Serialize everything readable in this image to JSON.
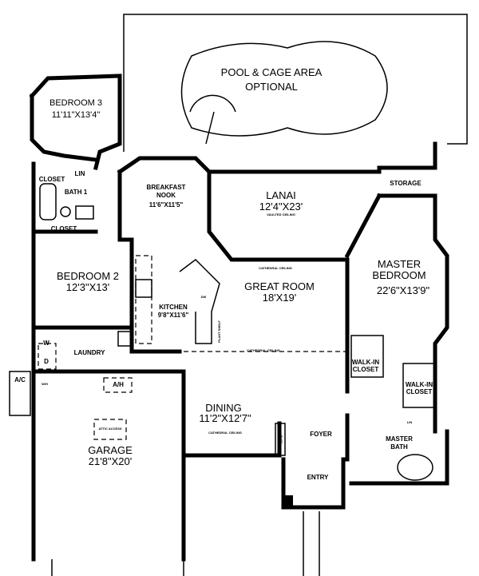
{
  "rooms": {
    "pool": {
      "name": "POOL & CAGE AREA",
      "note": "OPTIONAL"
    },
    "bedroom3": {
      "name": "BEDROOM 3",
      "size": "11'11\"X13'4\""
    },
    "breakfast": {
      "name": "BREAKFAST",
      "name2": "NOOK",
      "size": "11'6\"X11'5\""
    },
    "lanai": {
      "name": "LANAI",
      "size": "12'4\"X23'",
      "note": "VAULTED CEILING"
    },
    "storage": {
      "name": "STORAGE"
    },
    "bath1": {
      "name": "BATH 1"
    },
    "closet_a": {
      "name": "CLOSET"
    },
    "closet_b": {
      "name": "CLOSET"
    },
    "lin": {
      "name": "LIN"
    },
    "bedroom2": {
      "name": "BEDROOM 2",
      "size": "12'3\"X13'"
    },
    "kitchen": {
      "name": "KITCHEN",
      "size": "9'8\"X11'6\"",
      "plant_shelf": "PLANT SHELF",
      "dw": "DW"
    },
    "great_room": {
      "name": "GREAT ROOM",
      "size": "18'X19'",
      "note": "CATHEDRAL CEILING",
      "note2": "CATHEDRAL CEILING"
    },
    "master_bedroom": {
      "name": "MASTER",
      "name2": "BEDROOM",
      "size": "22'6\"X13'9\""
    },
    "laundry": {
      "name": "LAUNDRY",
      "washer": "W",
      "dryer": "D"
    },
    "ac": {
      "name": "A/C"
    },
    "wh": {
      "name": "W/H"
    },
    "ah": {
      "name": "A/H"
    },
    "garage": {
      "name": "GARAGE",
      "size": "21'8\"X20'",
      "attic": "ATTIC ACCESS"
    },
    "dining": {
      "name": "DINING",
      "size": "11'2\"X12'7\"",
      "note": "CATHEDRAL CEILING"
    },
    "walkin1": {
      "name": "WALK-IN",
      "name2": "CLOSET"
    },
    "walkin2": {
      "name": "WALK-IN",
      "name2": "CLOSET"
    },
    "clos": {
      "name": "CLOS"
    },
    "foyer": {
      "name": "FOYER"
    },
    "entry": {
      "name": "ENTRY"
    },
    "master_bath": {
      "name": "MASTER",
      "name2": "BATH"
    },
    "lin2": {
      "name": "LIN"
    }
  }
}
